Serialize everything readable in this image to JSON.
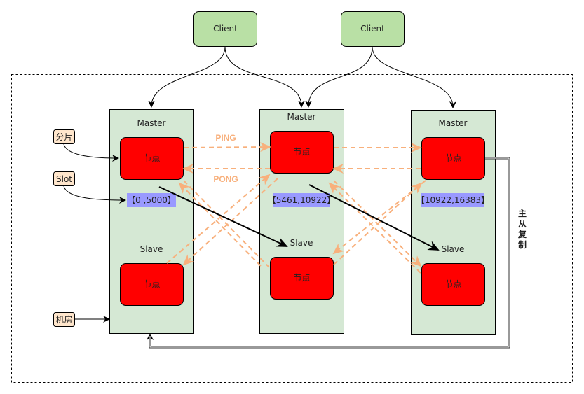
{
  "clients": [
    {
      "label": "Client"
    },
    {
      "label": "Client"
    }
  ],
  "groups": [
    {
      "master_label": "Master",
      "master_node": "节点",
      "slot_range": "【0 ,5000】",
      "slave_label": "Slave",
      "slave_node": "节点"
    },
    {
      "master_label": "Master",
      "master_node": "节点",
      "slot_range": "【5461,10922】",
      "slave_label": "Slave",
      "slave_node": "节点"
    },
    {
      "master_label": "Master",
      "master_node": "节点",
      "slot_range": "【10922,16383】",
      "slave_label": "Slave",
      "slave_node": "节点"
    }
  ],
  "annotations": {
    "shard": "分片",
    "slot": "Slot",
    "machine_room": "机房"
  },
  "gossip": {
    "ping": "PING",
    "pong": "PONG"
  },
  "replication_label": [
    "主",
    "从",
    "复",
    "制"
  ],
  "colors": {
    "client_fill": "#b9e0a5",
    "group_fill": "#d5e8d4",
    "node_fill": "#ff0000",
    "slot_fill": "#9999ff",
    "tag_fill": "#ffe6cc",
    "gossip_stroke": "#f8b07c"
  }
}
